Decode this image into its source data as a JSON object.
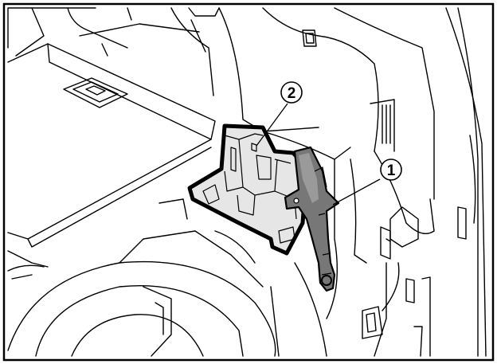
{
  "figure": {
    "callouts": [
      {
        "number": "1",
        "target": "tool-bracket"
      },
      {
        "number": "2",
        "target": "foam-tool-tray"
      }
    ],
    "colors": {
      "line": "#000000",
      "background": "#ffffff",
      "tray_fill": "#e6e6e6",
      "tool_fill": "#777777",
      "tool_highlight": "#9a9a9a"
    }
  }
}
